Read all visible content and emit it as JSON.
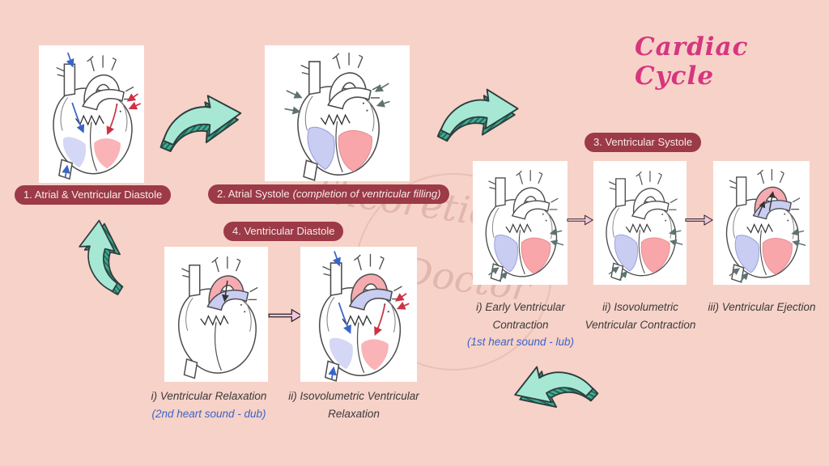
{
  "title": "Cardiac Cycle",
  "watermark": {
    "line1": "Theoretical",
    "line2": "Doctor"
  },
  "colors": {
    "bg": "#f7d2c8",
    "badge": "#9c3a47",
    "accent": "#d6367f",
    "blue": "#3a64c8",
    "ink": "#3a3a3a",
    "teal": "#a7e8d4",
    "tealDark": "#43ab94",
    "tealHatch": "#1d6a58",
    "heartRed": "#f6abb0",
    "heartBlue": "#c9cdf2",
    "ventricleRed": "#f9a6aa",
    "ventricleBlue": "#c9cdf2",
    "pinkArrow": "#f3c4dc"
  },
  "stages": {
    "stage1": {
      "badge": "1.  Atrial & Ventricular Diastole"
    },
    "stage2": {
      "badge_main": "2. Atrial Systole",
      "badge_italic": "(completion of ventricular filling)"
    },
    "stage3": {
      "badge": "3. Ventricular Systole",
      "sub": [
        {
          "lines": [
            "i) Early Ventricular",
            "Contraction"
          ],
          "sound": "(1st heart sound - lub)"
        },
        {
          "lines": [
            "ii) Isovolumetric",
            "Ventricular Contraction"
          ]
        },
        {
          "lines": [
            "iii) Ventricular Ejection"
          ]
        }
      ]
    },
    "stage4": {
      "badge": "4. Ventricular Diastole",
      "sub": [
        {
          "lines": [
            "i) Ventricular Relaxation"
          ],
          "sound": "(2nd heart sound - dub)"
        },
        {
          "lines": [
            "ii) Isovolumetric Ventricular",
            "Relaxation"
          ]
        }
      ]
    }
  },
  "hearts": {
    "h1": {
      "variant": "filling",
      "desc": "heart-atrial-and-ventricular-diastole"
    },
    "h2": {
      "variant": "atrial-systole",
      "desc": "heart-atrial-systole"
    },
    "h3a": {
      "variant": "early-contraction",
      "desc": "heart-early-ventricular-contraction"
    },
    "h3b": {
      "variant": "isovolumetric-contraction",
      "desc": "heart-isovolumetric-ventricular-contraction"
    },
    "h3c": {
      "variant": "ejection",
      "desc": "heart-ventricular-ejection"
    },
    "h4a": {
      "variant": "relaxation",
      "desc": "heart-ventricular-relaxation"
    },
    "h4b": {
      "variant": "isovolumetric-relaxation",
      "desc": "heart-isovolumetric-ventricular-relaxation"
    }
  }
}
